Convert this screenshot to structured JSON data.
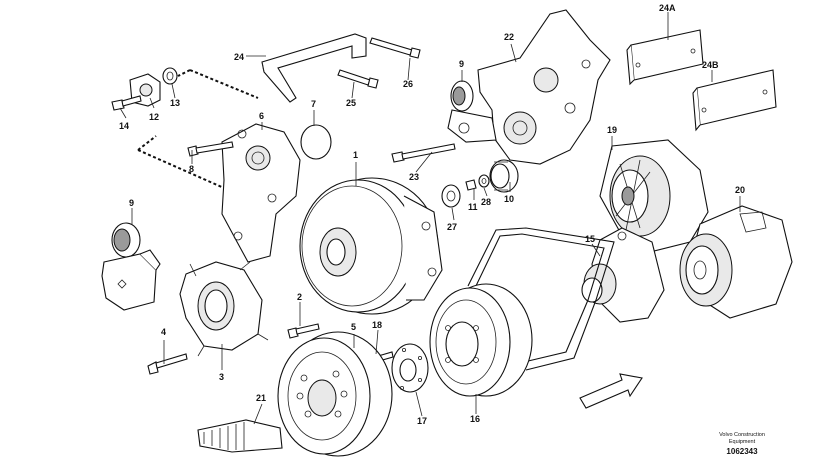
{
  "callouts": {
    "c1": "1",
    "c2": "2",
    "c3": "3",
    "c4": "4",
    "c5": "5",
    "c6": "6",
    "c7": "7",
    "c8": "8",
    "c9a": "9",
    "c9b": "9",
    "c10": "10",
    "c11": "11",
    "c12": "12",
    "c13": "13",
    "c14": "14",
    "c15": "15",
    "c16": "16",
    "c17": "17",
    "c18": "18",
    "c19": "19",
    "c20": "20",
    "c21": "21",
    "c22": "22",
    "c23": "23",
    "c24": "24",
    "c24a": "24A",
    "c24b": "24B",
    "c25": "25",
    "c26": "26",
    "c27": "27",
    "c28": "28"
  },
  "stamp": {
    "line1": "Volvo Construction",
    "line2": "Equipment",
    "number": "1062343"
  }
}
